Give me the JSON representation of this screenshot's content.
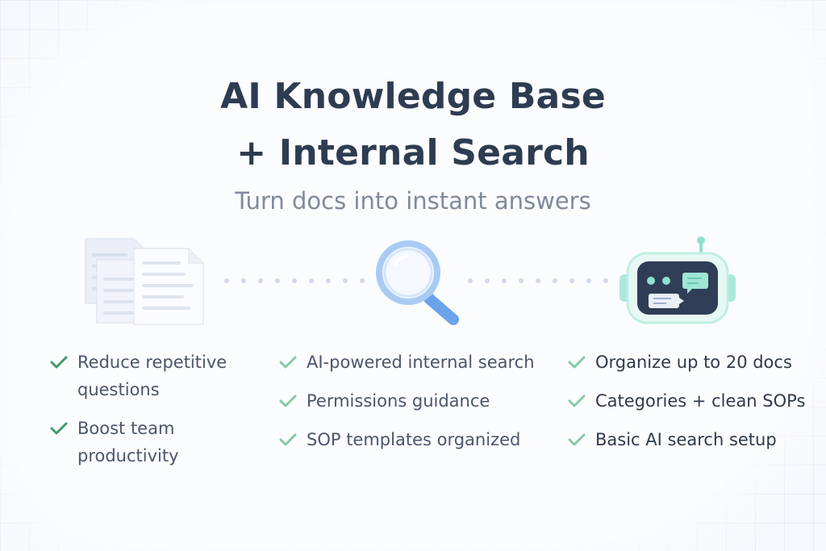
{
  "header": {
    "title_line1": "AI Knowledge Base",
    "title_line2": "+ Internal Search",
    "subtitle": "Turn docs into instant answers"
  },
  "icons": [
    "documents-icon",
    "magnifier-icon",
    "chatbot-icon",
    "check-icon"
  ],
  "colors": {
    "title": "#2e3c52",
    "subtitle": "#7f8a9c",
    "check_strong": "#3e9a6a",
    "check_light": "#86c9a5",
    "accent_blue": "#5f9be8",
    "bot_teal": "#8fe0cf",
    "bot_screen": "#2f3e56"
  },
  "features": {
    "col1": [
      "Reduce repetitive questions",
      "Boost team productivity"
    ],
    "col2": [
      "AI-powered internal search",
      "Permissions guidance",
      "SOP templates organized"
    ],
    "col3": [
      "Organize up to 20 docs",
      "Categories + clean SOPs",
      "Basic AI search setup"
    ]
  }
}
